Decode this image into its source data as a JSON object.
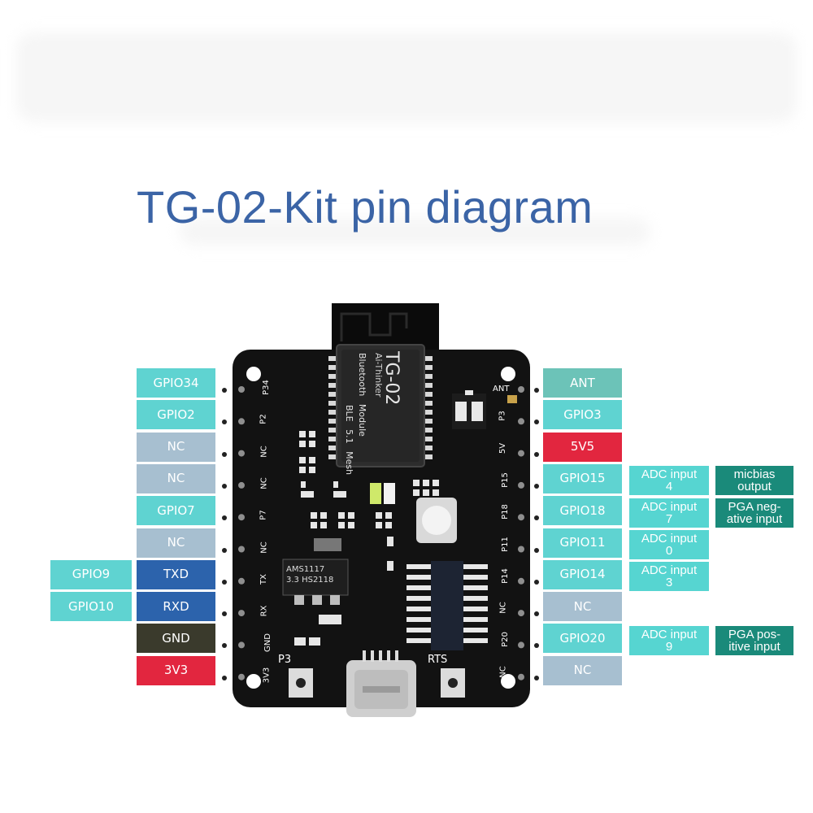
{
  "title": "TG-02-Kit pin diagram",
  "board": {
    "module_name": "TG-02",
    "module_brand": "Ai-Thinker",
    "module_lines": [
      "Bluetooth",
      "Module",
      "BLE",
      "5.1",
      "Mesh"
    ],
    "regulator_line1": "AMS1117",
    "regulator_line2": "3.3 HS2118",
    "button_left": "P3",
    "button_right": "RTS",
    "ant_silk": "ANT",
    "left_silk": [
      "P34",
      "P2",
      "NC",
      "NC",
      "P7",
      "NC",
      "TX",
      "RX",
      "GND",
      "3V3"
    ],
    "right_silk": [
      "P3",
      "5V",
      "P15",
      "P18",
      "P11",
      "P14",
      "NC",
      "P20",
      "NC"
    ]
  },
  "left_pins": [
    {
      "label": "GPIO34",
      "color": "#5fd3d1"
    },
    {
      "label": "GPIO2",
      "color": "#5fd3d1"
    },
    {
      "label": "NC",
      "color": "#a7bfd0"
    },
    {
      "label": "NC",
      "color": "#a7bfd0"
    },
    {
      "label": "GPIO7",
      "color": "#5fd3d1"
    },
    {
      "label": "NC",
      "color": "#a7bfd0"
    },
    {
      "label": "TXD",
      "color": "#2c63ac"
    },
    {
      "label": "RXD",
      "color": "#2c63ac"
    },
    {
      "label": "GND",
      "color": "#3a3a2c"
    },
    {
      "label": "3V3",
      "color": "#e2263f"
    }
  ],
  "left_extra": [
    {
      "label": "GPIO9",
      "color": "#5fd3d1"
    },
    {
      "label": "GPIO10",
      "color": "#5fd3d1"
    }
  ],
  "right_pins": [
    {
      "label": "ANT",
      "color": "#6cc3b8"
    },
    {
      "label": "GPIO3",
      "color": "#5fd3d1"
    },
    {
      "label": "5V5",
      "color": "#e2263f"
    },
    {
      "label": "GPIO15",
      "color": "#5fd3d1"
    },
    {
      "label": "GPIO18",
      "color": "#5fd3d1"
    },
    {
      "label": "GPIO11",
      "color": "#5fd3d1"
    },
    {
      "label": "GPIO14",
      "color": "#5fd3d1"
    },
    {
      "label": "NC",
      "color": "#a7bfd0"
    },
    {
      "label": "GPIO20",
      "color": "#5fd3d1"
    },
    {
      "label": "NC",
      "color": "#a7bfd0"
    }
  ],
  "adc": [
    "ADC input\n4",
    "ADC input\n7",
    "ADC input\n0",
    "ADC input\n3",
    "ADC input\n9"
  ],
  "functions": [
    "micbias\noutput",
    "PGA neg-\native input",
    "PGA pos-\nitive input"
  ],
  "colors": {
    "board": "#111111",
    "title": "#3b64a6",
    "adc": "#56d5d1",
    "function": "#1a8a7a"
  }
}
